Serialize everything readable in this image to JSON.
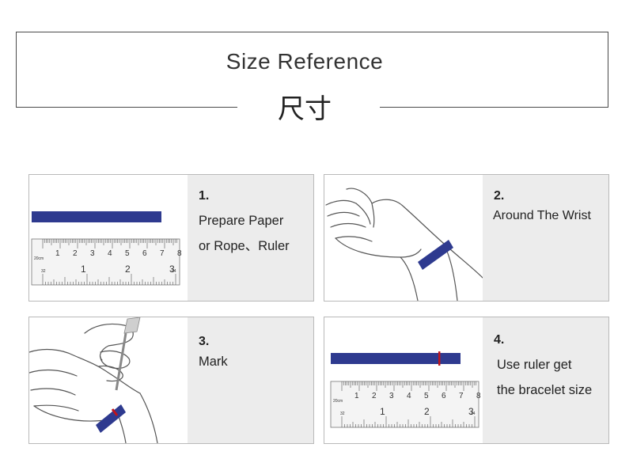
{
  "header": {
    "title_en": "Size Reference",
    "title_cn": "尺寸"
  },
  "steps": [
    {
      "number": "1.",
      "lines": [
        "Prepare Paper",
        "or Rope、Ruler"
      ]
    },
    {
      "number": "2.",
      "lines": [
        "Around The Wrist"
      ]
    },
    {
      "number": "3.",
      "lines": [
        "Mark"
      ]
    },
    {
      "number": "4.",
      "lines": [
        "Use ruler get",
        "the bracelet size"
      ]
    }
  ],
  "ruler": {
    "cm_labels": [
      "1",
      "2",
      "3",
      "4",
      "5",
      "6",
      "7",
      "8"
    ],
    "inch_labels": [
      "1",
      "2",
      "3"
    ],
    "unit_top": "20cm",
    "unit_bottom": "32",
    "unit_right": "64"
  },
  "colors": {
    "strip_blue": "#2e3a8f",
    "mark_red": "#c0141b",
    "panel_gray": "#ececec"
  }
}
